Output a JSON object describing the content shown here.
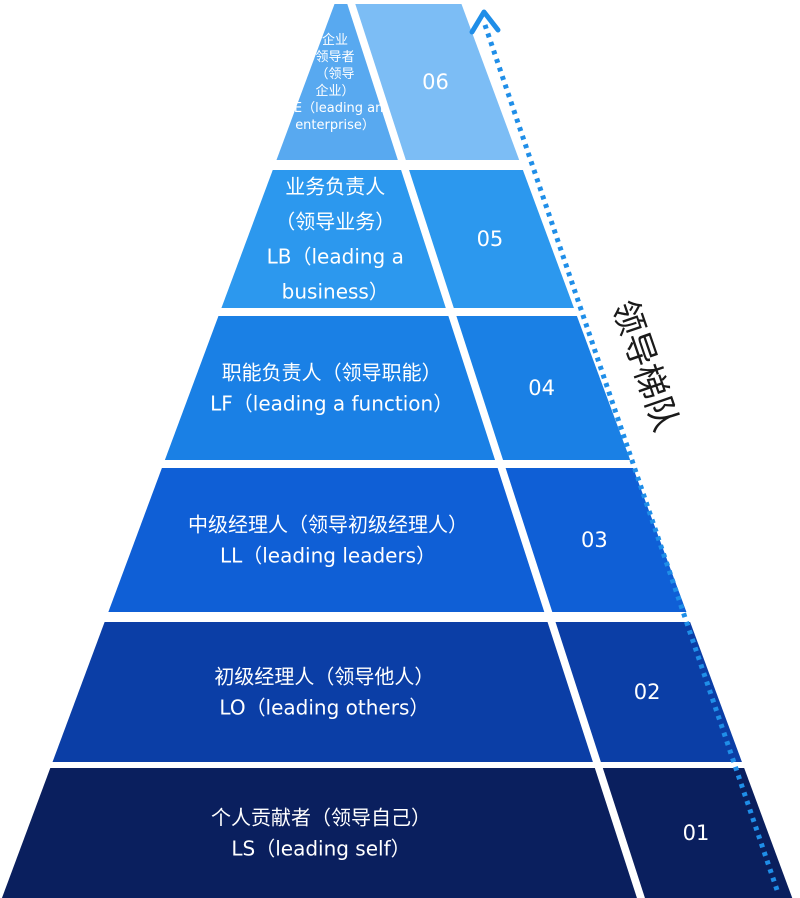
{
  "ladder": {
    "label": "领导梯队",
    "arrow_color": "#1f8ee8"
  },
  "levels": [
    {
      "number": "06",
      "lines": [
        "企业",
        "领导者",
        "（领导",
        "企业）",
        "LE（leading an",
        "enterprise）"
      ],
      "color": "#58a9f0",
      "number_color": "#7cbdf5"
    },
    {
      "number": "05",
      "lines": [
        "业务负责人",
        "（领导业务）",
        "LB（leading a",
        "business）"
      ],
      "color": "#2c98ee",
      "number_color": "#2c98ee"
    },
    {
      "number": "04",
      "lines": [
        "职能负责人（领导职能）",
        "LF（leading a function）"
      ],
      "color": "#1a80e5",
      "number_color": "#1a80e5"
    },
    {
      "number": "03",
      "lines": [
        "中级经理人（领导初级经理人）",
        "LL（leading leaders）"
      ],
      "color": "#0f5fd6",
      "number_color": "#0f5fd6"
    },
    {
      "number": "02",
      "lines": [
        "初级经理人（领导他人）",
        "LO（leading others）"
      ],
      "color": "#0b3ea6",
      "number_color": "#0b3ea6"
    },
    {
      "number": "01",
      "lines": [
        "个人贡献者（领导自己）",
        "LS（leading self）"
      ],
      "color": "#0a1f5e",
      "number_color": "#0a1f5e"
    }
  ]
}
